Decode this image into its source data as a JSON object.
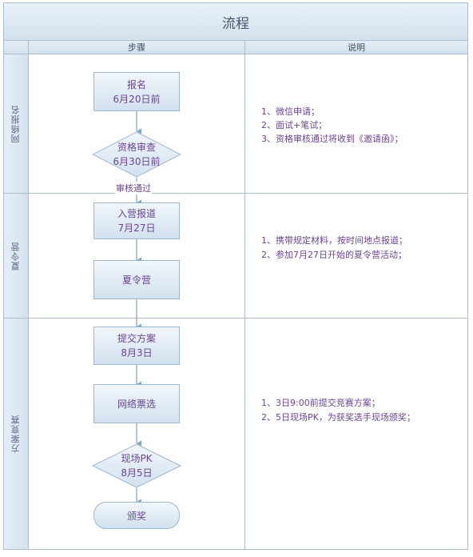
{
  "title": "流程",
  "columns": {
    "steps": "步骤",
    "description": "说明"
  },
  "lanes": [
    {
      "label": "网络报名",
      "descriptions": [
        "1、微信申请；",
        "2、面试+笔试；",
        "3、资格审核通过将收到《邀请函》；"
      ]
    },
    {
      "label": "夏令营",
      "descriptions": [
        "1、携带规定材料，按时间地点报道；",
        "2、参加7月27日开始的夏令营活动；"
      ]
    },
    {
      "label": "方案竞赛",
      "descriptions": [
        "1、3日9:00前提交竞赛方案；",
        "2、5日现场PK，为获奖选手现场颁奖；"
      ]
    }
  ],
  "nodes": {
    "signup": {
      "line1": "报名",
      "line2": "6月20日前"
    },
    "review": {
      "line1": "资格审查",
      "line2": "6月30日前"
    },
    "edge_pass": "审核通过",
    "checkin": {
      "line1": "入营报道",
      "line2": "7月27日"
    },
    "camp": {
      "line1": "夏令营"
    },
    "submit": {
      "line1": "提交方案",
      "line2": "8月3日"
    },
    "vote": {
      "line1": "网络票选"
    },
    "pk": {
      "line1": "现场PK",
      "line2": "8月5日"
    },
    "award": {
      "line1": "颁奖"
    }
  },
  "colors": {
    "border": "#a9bfd0",
    "node_text": "#6a4590",
    "title_text": "#44546a"
  }
}
